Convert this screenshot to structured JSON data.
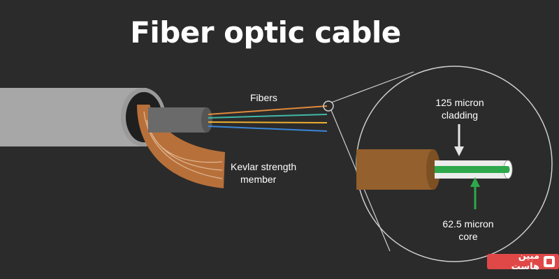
{
  "title": "Fiber optic cable",
  "labels": {
    "fibers": "Fibers",
    "kevlar_line1": "Kevlar strength",
    "kevlar_line2": "member",
    "cladding_line1": "125 micron",
    "cladding_line2": "cladding",
    "core_line1": "62.5 micron",
    "core_line2": "core"
  },
  "fiber_colors": [
    "#e08a3a",
    "#3fb8a8",
    "#f0b030",
    "#3a86d8"
  ],
  "colors": {
    "background": "#2b2b2b",
    "jacket": "#a7a7a7",
    "kevlar": "#b8703a",
    "buffer": "#94602d",
    "core": "#2ea84a",
    "callout_line": "#cfcfcf"
  },
  "watermark": {
    "text": "مبین هاست",
    "icon": "site-logo-icon"
  }
}
